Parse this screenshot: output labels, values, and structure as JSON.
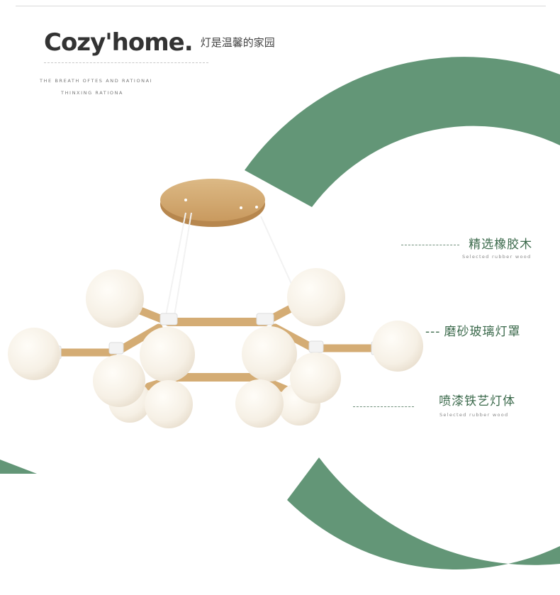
{
  "brand": {
    "name": "Cozy'home.",
    "subtitle": "灯是温馨的家园"
  },
  "tagline": {
    "line1": "THE BREATH OFTES AND RATIONAI",
    "line2": "THINXING RATIONA"
  },
  "callouts": [
    {
      "zh": "精选橡胶木",
      "en": "Selected rubber wood",
      "leader": "- - - - - - - - - - -"
    },
    {
      "zh": "磨砂玻璃灯罩",
      "leader": "---"
    },
    {
      "zh": "喷漆铁艺灯体",
      "en": "Selected rubber wood"
    }
  ],
  "colors": {
    "accent_green": "#639677",
    "wood": "#d7b07b",
    "glass": "#f5efe4",
    "text_dark": "#333333",
    "text_green": "#3c6a4c"
  },
  "icons": [
    "chandelier-product-image"
  ]
}
